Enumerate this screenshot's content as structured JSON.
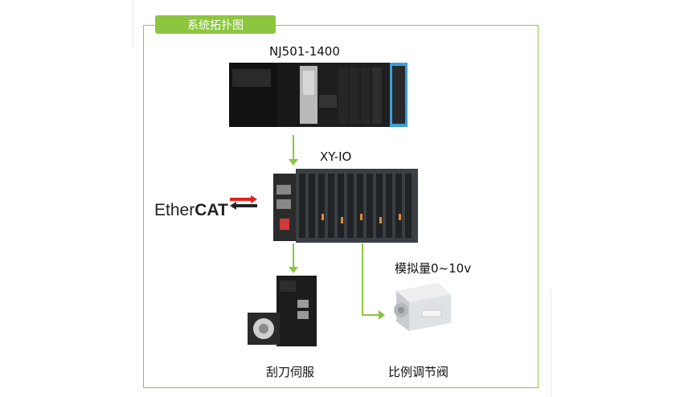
{
  "title": "系统拓扑图",
  "nodes": {
    "plc": "NJ501-1400",
    "io": "XY-IO",
    "servo": "刮刀伺服",
    "valve": "比例调节阀",
    "analog": "模拟量0~10v"
  },
  "ethercat": {
    "part1": "Ether",
    "part2": "CAT"
  },
  "colors": {
    "accent": "#8cc63f",
    "ethercat_red": "#e2231a"
  }
}
